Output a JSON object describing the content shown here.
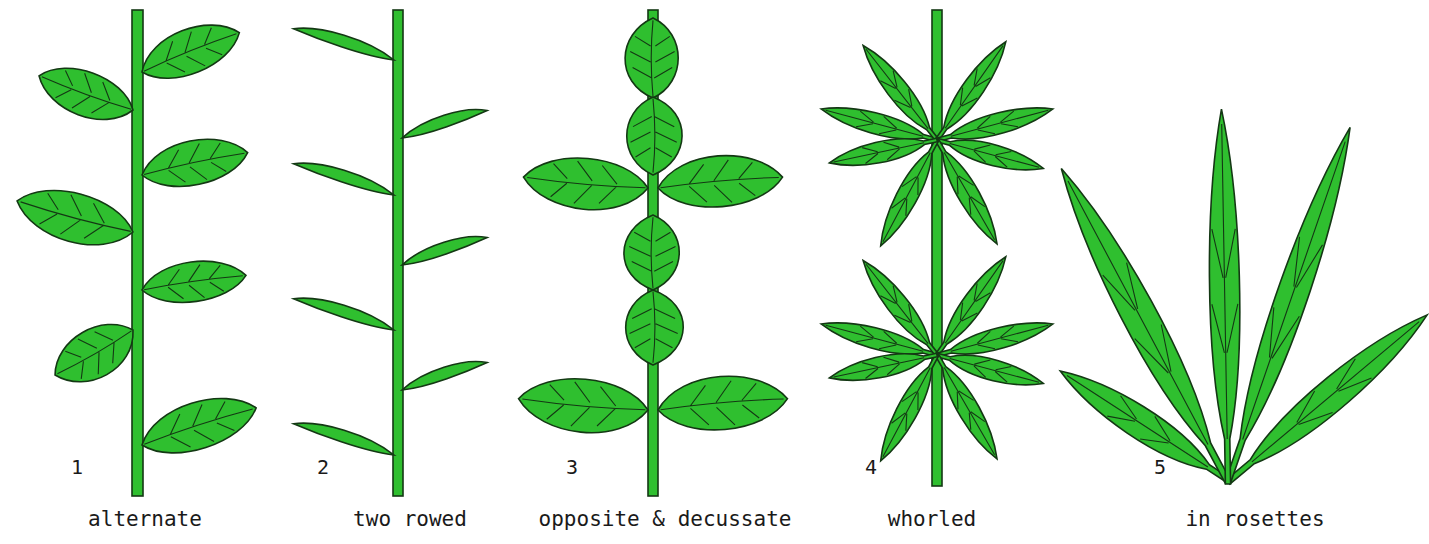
{
  "diagram": {
    "labels": [
      "1",
      "alternate",
      "2",
      "two rowed",
      "3",
      "opposite & decussate",
      "4",
      "whorled",
      "5",
      "in rosettes"
    ]
  }
}
